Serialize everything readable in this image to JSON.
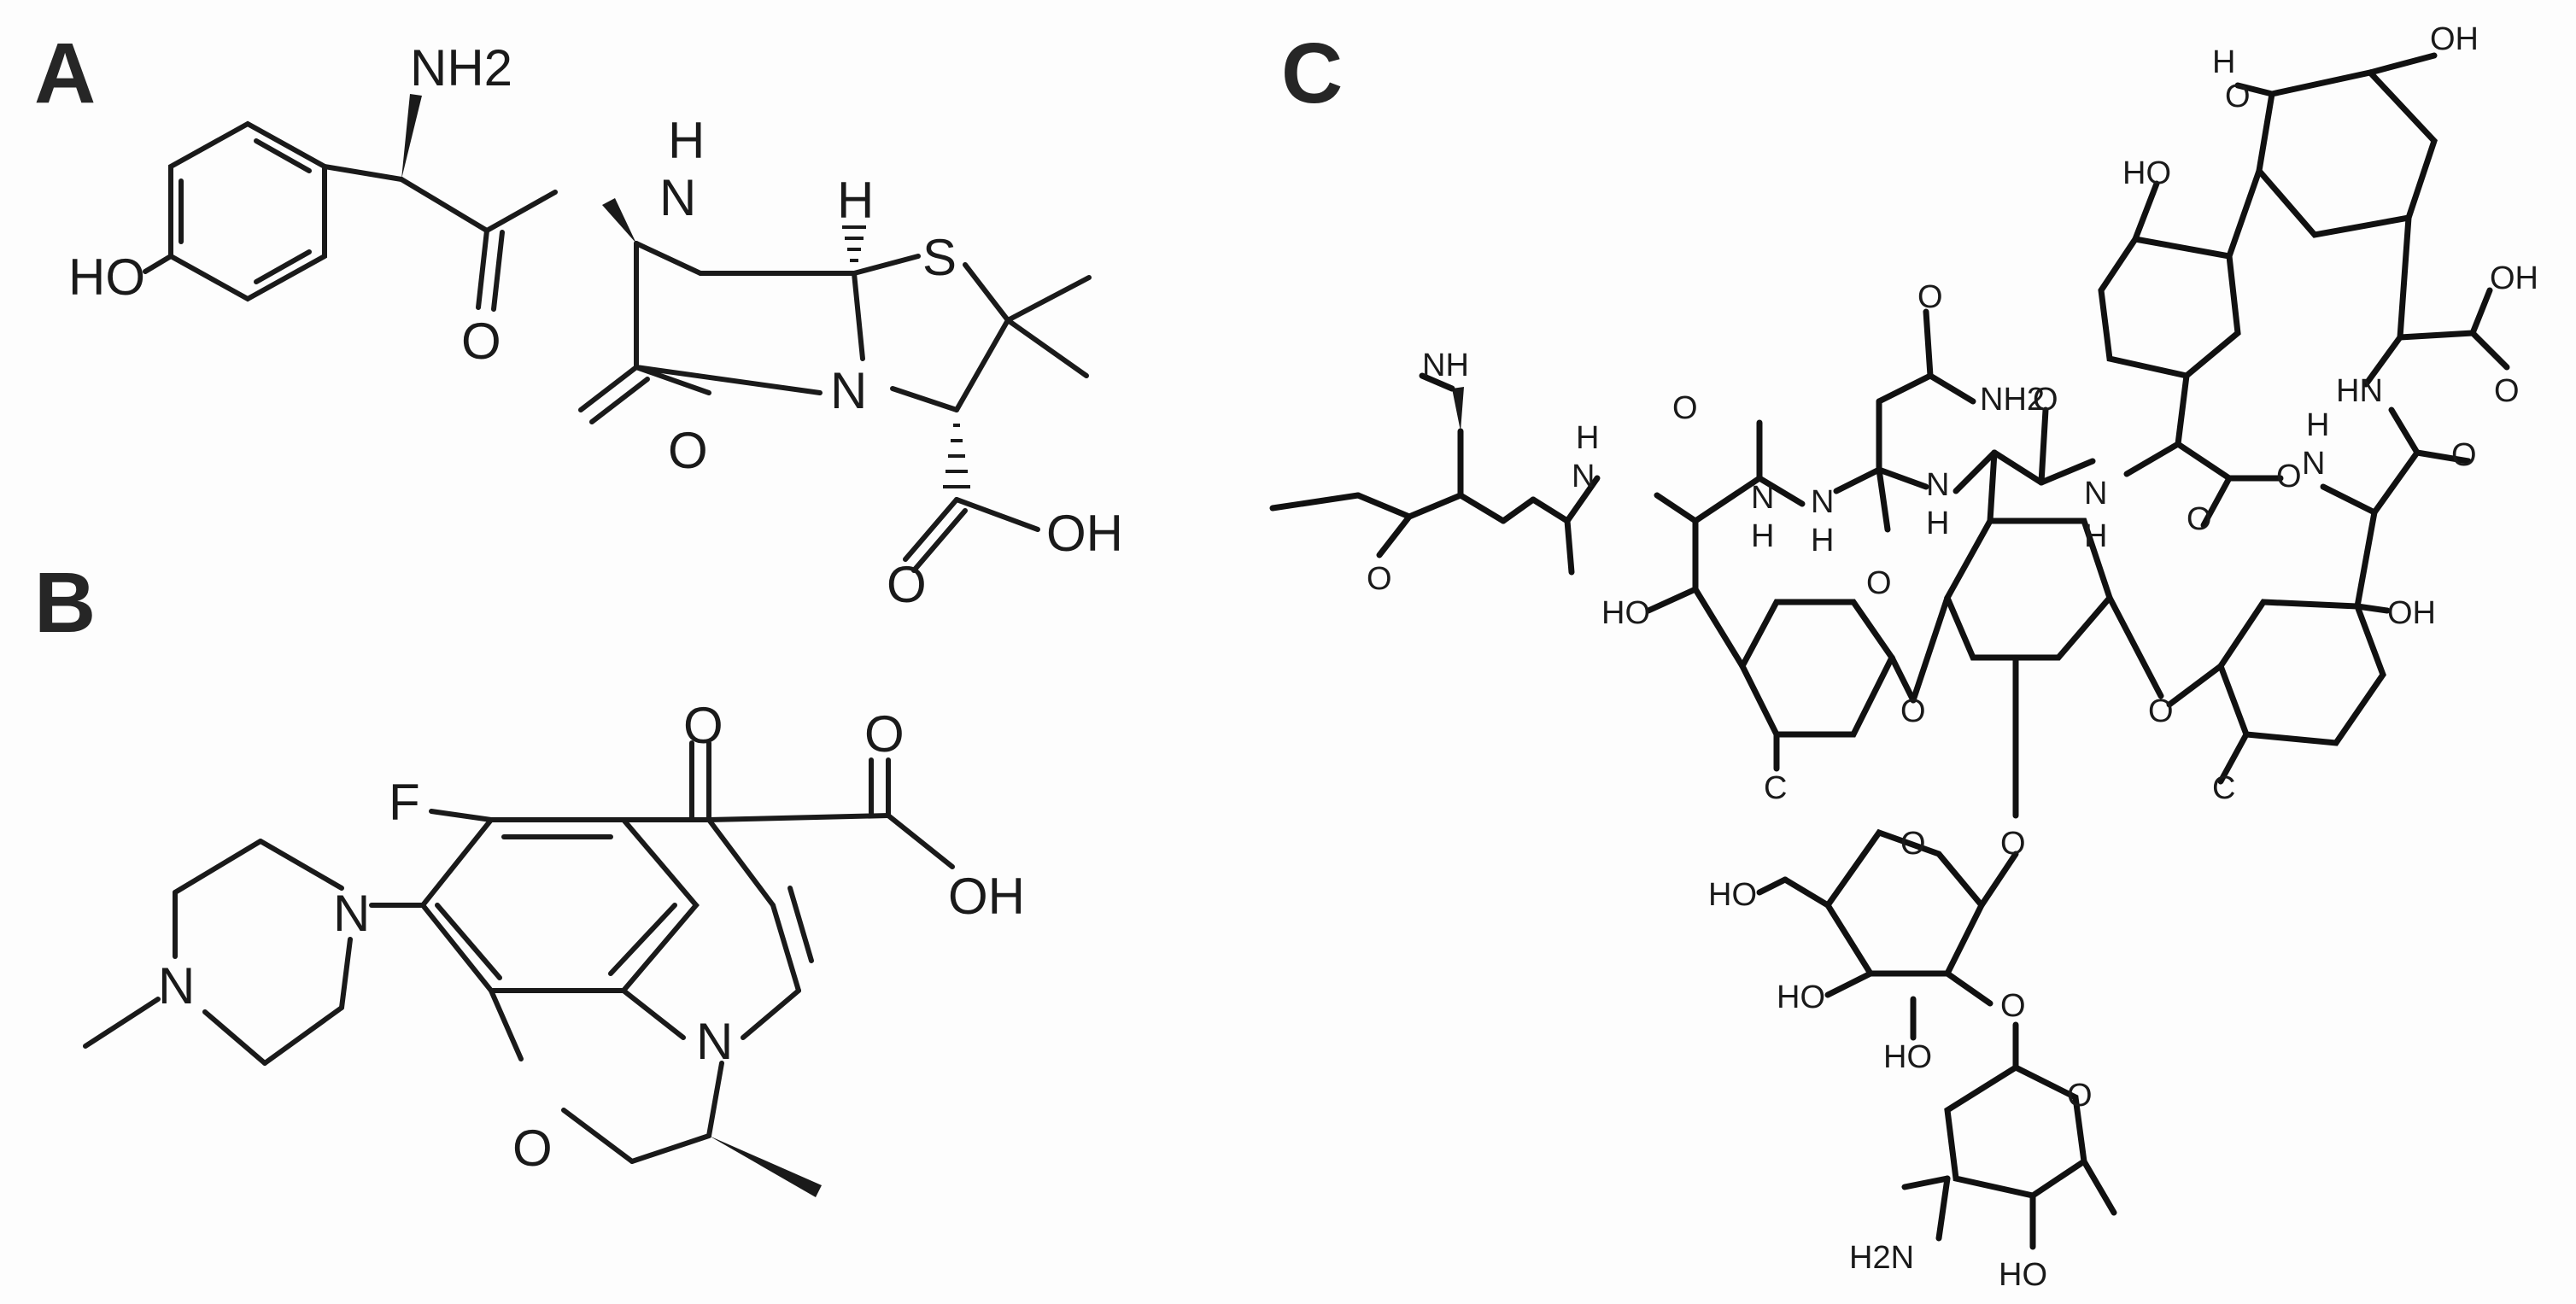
{
  "panels": {
    "a": {
      "letter": "A",
      "labels": {
        "nh2": "NH2",
        "nh_h": "H",
        "nh_n": "N",
        "ho": "HO",
        "o_amide": "O",
        "h_stereo": "H",
        "s": "S",
        "n_ring": "N",
        "o_lactam": "O",
        "o_acid": "O",
        "oh_acid": "OH"
      }
    },
    "b": {
      "letter": "B",
      "labels": {
        "f": "F",
        "o_keto": "O",
        "o_acid": "O",
        "oh_acid": "OH",
        "n_pip1": "N",
        "n_pip2": "N",
        "n_core": "N",
        "o_ring": "O"
      }
    },
    "c": {
      "letter": "C",
      "labels": {
        "oh_top": "OH",
        "h_top": "H",
        "o_top": "O",
        "ho_top": "HO",
        "nh_left": "NH",
        "o_asn": "O",
        "nh2_asn": "NH2",
        "o_mid": "O",
        "oh_acid": "OH",
        "o_acid": "O",
        "hn_right": "HN",
        "h1": "H",
        "n1": "N",
        "o1": "O",
        "o2": "O",
        "n2": "N",
        "h2": "H",
        "n3": "N",
        "h3": "H",
        "n4": "N",
        "h4": "H",
        "n5": "N",
        "h5": "H",
        "o3": "O",
        "o4": "O",
        "o5": "O",
        "h6": "H",
        "n6": "N",
        "o6": "O",
        "ho_left": "HO",
        "oh_right": "OH",
        "c_left": "C",
        "c_right": "C",
        "o_ether1": "O",
        "o_ether2": "O",
        "o_link": "O",
        "ho_sugar": "HO",
        "o_sugar": "O",
        "ho_s2": "HO",
        "o_s3": "O",
        "ho_s4": "HO",
        "o_s5": "O",
        "h2n": "H2N",
        "ho_bottom": "HO"
      }
    }
  }
}
